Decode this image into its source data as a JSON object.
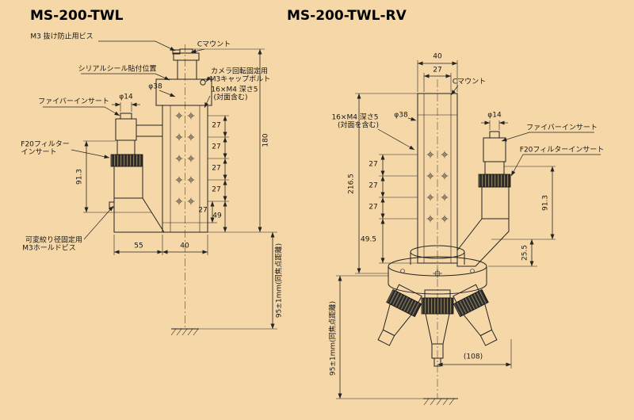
{
  "page": {
    "bg": "#f6d8a8"
  },
  "left": {
    "title": "MS-200-TWL",
    "labels": {
      "m3_screw": "M3 抜け防止用ビス",
      "serial_seal": "シリアルシール貼付位置",
      "c_mount": "Cマウント",
      "camera_fix_line1": "カメラ回転固定用",
      "camera_fix_line2": "M3キャップボルト",
      "m4_line1": "16×M4 深さ5",
      "m4_line2": "(対面含む)",
      "fiber_insert": "ファイバーインサート",
      "f20_line1": "F20フィルター",
      "f20_line2": "インサート",
      "aperture_line1": "可変絞り径固定用",
      "aperture_line2": "M3ホールドビス",
      "dia14": "φ14",
      "dia38": "φ38"
    },
    "dims": {
      "h913": "91.3",
      "pitch": [
        "27",
        "27",
        "27",
        "27"
      ],
      "inner27": "27",
      "d49": "49",
      "d180": "180",
      "d55": "55",
      "d40": "40",
      "focal": "95±1mm(同焦点距離)"
    }
  },
  "right": {
    "title": "MS-200-TWL-RV",
    "labels": {
      "c_mount": "Cマウント",
      "fiber_insert": "ファイバーインサート",
      "f20": "F20フィルターインサート",
      "m4_line1": "16×M4 深さ5",
      "m4_line2": "(対面を含む)",
      "dia14": "φ14",
      "dia38": "φ38"
    },
    "dims": {
      "w40": "40",
      "w27": "27",
      "pitch": [
        "27",
        "27",
        "27"
      ],
      "d495": "49.5",
      "d2165": "216.5",
      "h913": "91.3",
      "d255": "25.5",
      "d108": "(108)",
      "focal": "95±1mm(同焦点距離)"
    }
  }
}
